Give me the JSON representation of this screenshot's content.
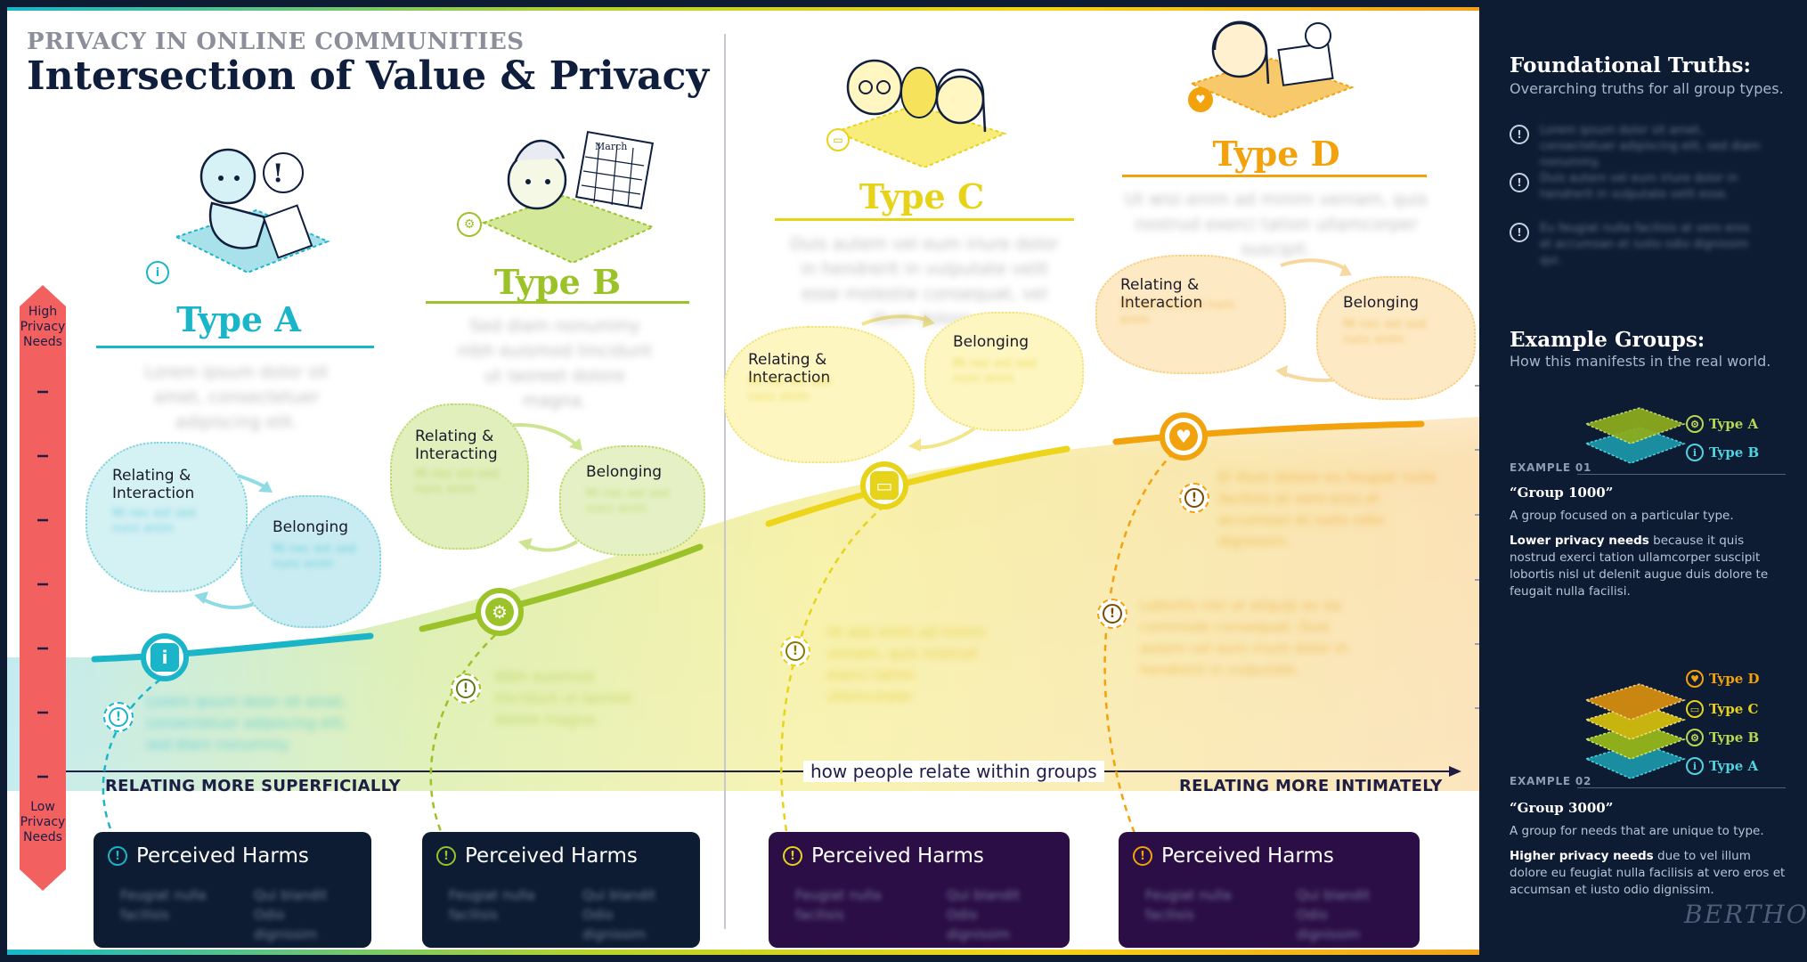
{
  "header": {
    "overline": "PRIVACY IN ONLINE COMMUNITIES",
    "title": "Intersection of Value & Privacy"
  },
  "privacy_axis": {
    "high_label": "High Privacy Needs",
    "low_label": "Low Privacy Needs"
  },
  "relation_axis": {
    "left_label": "RELATING MORE SUPERFICIALLY",
    "center_label": "how people relate within groups",
    "right_label": "RELATING MORE INTIMATELY"
  },
  "types": [
    {
      "title": "Type A",
      "color": "#1bb5c9",
      "desc": "Lorem ipsum dolor sit amet, consectetuer adipiscing elit.",
      "blob1_title": "Relating & Interaction",
      "blob2_title": "Belonging",
      "blob_text": "Mi nec est sed nunc enim",
      "harm_title": "Perceived Harms",
      "harm_left": "Feugiat nulla facilisis",
      "harm_right": "Qui blandit Odio dignissim",
      "harm_note": "Lorem ipsum dolor sit amet, consectetuer adipiscing elit, sed diam nonummy."
    },
    {
      "title": "Type B",
      "color": "#9cc22a",
      "desc": "Sed diam nonummy nibh euismod tincidunt ut laoreet dolore magna.",
      "blob1_title": "Relating & Interacting",
      "blob2_title": "Belonging",
      "blob_text": "Mi nec est sed nunc enim",
      "harm_title": "Perceived Harms",
      "harm_left": "Feugiat nulla facilisis",
      "harm_right": "Qui blandit Odio dignissim",
      "harm_note": "Nibh euismod tincidunt ut laoreet dolore magna."
    },
    {
      "title": "Type C",
      "color": "#e8d31b",
      "desc": "Duis autem vel eum iriure dolor in hendrerit in vulputate velit esse molestie consequat, vel illum dolore.",
      "blob1_title": "Relating & Interaction",
      "blob2_title": "Belonging",
      "blob_text": "Mi nec est sed nunc enim",
      "harm_title": "Perceived Harms",
      "harm_left": "Feugiat nulla facilisis",
      "harm_right": "Qui blandit Odio dignissim",
      "harm_note": "Ut wisi enim ad minim veniam, quis nostrud exerci tation ullamcorper."
    },
    {
      "title": "Type D",
      "color": "#f2a20c",
      "desc": "Ut wisi enim ad minim veniam, quis nostrud exerci tation ullamcorper suscipit.",
      "blob1_title": "Relating & Interaction",
      "blob2_title": "Belonging",
      "blob_text": "Mi nec est sed nunc enim",
      "harm_title": "Perceived Harms",
      "harm_left": "Feugiat nulla facilisis",
      "harm_right": "Qui blandit Odio dignissim",
      "harm_note": "Lobortis nisl ut aliquip ex ea commodo consequat. Duis autem vel eum iriure dolor in hendrerit in vulputate.",
      "extra_note": "El illum dolore eu feugiat nulla facilisis at vero eros et accumsan et iusto odio dignissim."
    }
  ],
  "sidebar": {
    "truths_title": "Foundational Truths:",
    "truths_sub": "Overarching truths for all group types.",
    "truths": [
      "Lorem ipsum dolor sit amet, consectetuer adipiscing elit, sed diam nonummy.",
      "Duis autem vel eum iriure dolor in hendrerit in vulputate velit esse.",
      "Eu feugiat nulla facilisis at vero eros et accumsan et iusto odio dignissim qui."
    ],
    "examples_title": "Example Groups:",
    "examples_sub": "How this manifests in the real world.",
    "example1": {
      "label": "EXAMPLE 01",
      "name": "“Group 1000”",
      "desc": "A group focused on a particular type.",
      "bold": "Lower privacy needs",
      "body": " because it quis nostrud exerci tation ullamcorper suscipit lobortis nisl ut delenit augue duis dolore te feugait nulla facilisi.",
      "legend": [
        "Type A",
        "Type B"
      ]
    },
    "example2": {
      "label": "EXAMPLE 02",
      "name": "“Group 3000”",
      "desc": "A group for needs that are unique to type.",
      "bold": "Higher privacy needs",
      "body": " due to vel illum dolore eu feugiat nulla facilisis at vero eros et accumsan et iusto odio dignissim.",
      "legend": [
        "Type D",
        "Type C",
        "Type B",
        "Type A"
      ]
    },
    "signature": "BERTHOLT"
  },
  "colors": {
    "navy": "#0d1b33",
    "type_a": "#1bb5c9",
    "type_b": "#9cc22a",
    "type_c": "#e8d31b",
    "type_d": "#f2a20c",
    "privacy_bar": "#f26060",
    "harm_dark": "#0d1b33",
    "harm_purple": "#2a0e45"
  }
}
